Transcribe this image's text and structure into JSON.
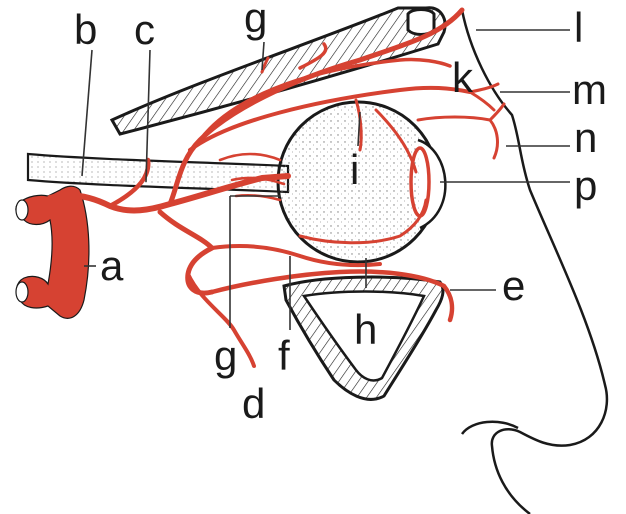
{
  "diagram": {
    "labels": {
      "a": "a",
      "b": "b",
      "c": "c",
      "d": "d",
      "e": "e",
      "f": "f",
      "g_top": "g",
      "g_bottom": "g",
      "h": "h",
      "i": "i",
      "k": "k",
      "l": "l",
      "m": "m",
      "n": "n",
      "p": "p"
    },
    "colors": {
      "artery": "#d64232",
      "outline": "#1a1a1a",
      "optic_nerve": "#e6e6e6"
    }
  }
}
